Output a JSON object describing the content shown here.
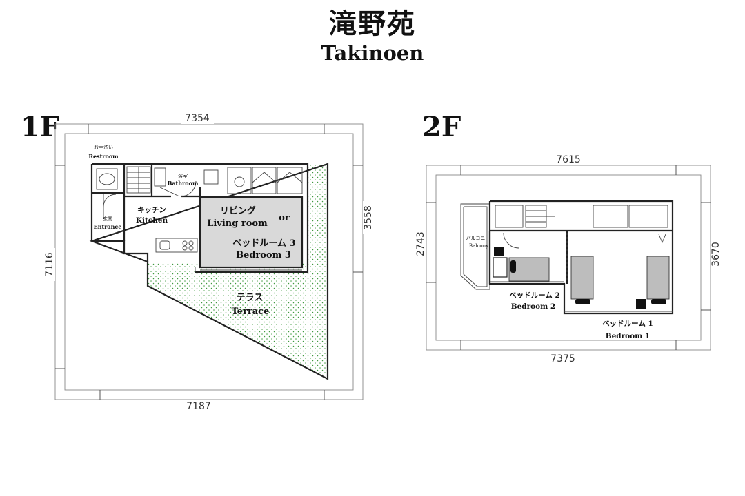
{
  "title": {
    "jp": "滝野苑",
    "en": "Takinoen"
  },
  "floor1": {
    "label": "1F",
    "dims": {
      "top": "7354",
      "bottom": "7187",
      "left": "7116",
      "right": "3558"
    },
    "rooms": {
      "restroom_jp": "お手洗い",
      "restroom_en": "Restroom",
      "bathroom_jp": "浴室",
      "bathroom_en": "Bathroom",
      "entrance_jp": "玄関",
      "entrance_en": "Entrance",
      "kitchen_jp": "キッチン",
      "kitchen_en": "Kitchen",
      "living_jp": "リビング",
      "living_en": "Living room",
      "or": "or",
      "bedroom3_jp": "ベッドルーム 3",
      "bedroom3_en": "Bedroom 3",
      "terrace_jp": "テラス",
      "terrace_en": "Terrace"
    }
  },
  "floor2": {
    "label": "2F",
    "dims": {
      "top": "7615",
      "bottom": "7375",
      "left": "2743",
      "right": "3670"
    },
    "rooms": {
      "balcony_jp": "バルコニー",
      "balcony_en": "Balcony",
      "bedroom2_jp": "ベッドルーム 2",
      "bedroom2_en": "Bedroom 2",
      "bedroom1_jp": "ベッドルーム 1",
      "bedroom1_en": "Bedroom 1"
    }
  },
  "colors": {
    "room_fill": "#d9d9d9",
    "terrace_dot": "#3f9a3f",
    "furniture": "#bdbdbd"
  }
}
